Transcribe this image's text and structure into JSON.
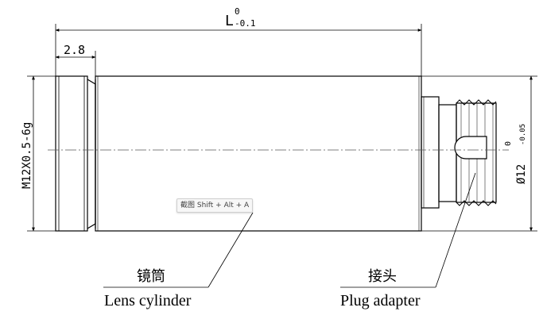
{
  "dimensions": {
    "length": {
      "symbol": "L",
      "upper_tol": "0",
      "lower_tol": "-0.1"
    },
    "flange_width": "2.8",
    "thread": "M12X0.5-6g",
    "diameter": {
      "value": "Ø12",
      "upper_tol": "0",
      "lower_tol": "-0.05"
    }
  },
  "callouts": {
    "lens_cylinder": {
      "zh": "镜筒",
      "en": "Lens cylinder"
    },
    "plug_adapter": {
      "zh": "接头",
      "en": "Plug adapter"
    }
  },
  "tooltip": "截图 Shift + Alt + A"
}
